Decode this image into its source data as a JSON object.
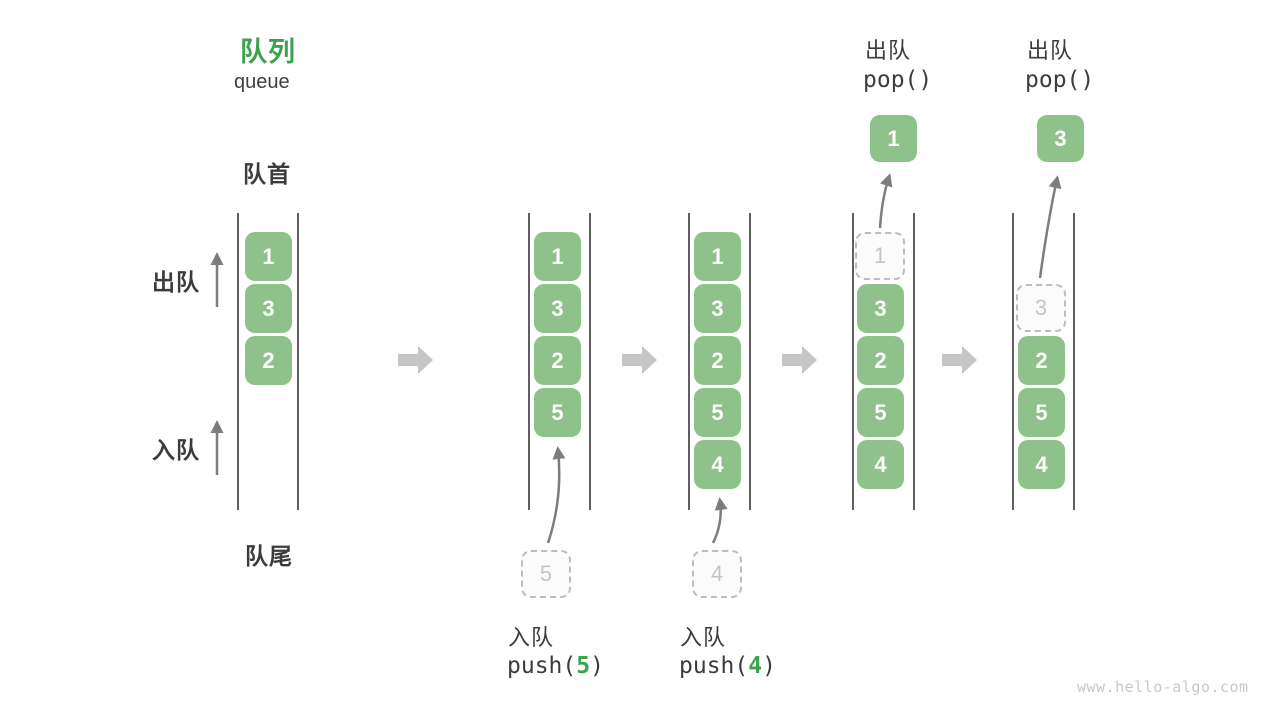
{
  "title": {
    "zh": "队列",
    "en": "queue"
  },
  "labels": {
    "front": "队首",
    "rear": "队尾",
    "dequeue": "出队",
    "enqueue": "入队"
  },
  "push_ops": [
    {
      "label": "入队",
      "fn_open": "push(",
      "arg": "5",
      "fn_close": ")"
    },
    {
      "label": "入队",
      "fn_open": "push(",
      "arg": "4",
      "fn_close": ")"
    }
  ],
  "pop_ops": [
    {
      "label": "出队",
      "fn": "pop()"
    },
    {
      "label": "出队",
      "fn": "pop()"
    }
  ],
  "columns": [
    {
      "boxes": [
        "1",
        "3",
        "2"
      ]
    },
    {
      "boxes": [
        "1",
        "3",
        "2",
        "5"
      ],
      "ghost": "5"
    },
    {
      "boxes": [
        "1",
        "3",
        "2",
        "5",
        "4"
      ],
      "ghost": "4"
    },
    {
      "boxes": [
        "3",
        "2",
        "5",
        "4"
      ],
      "ghost": "1",
      "popped": "1"
    },
    {
      "boxes": [
        "2",
        "5",
        "4"
      ],
      "ghost": "3",
      "popped": "3"
    }
  ],
  "watermark": "www.hello-algo.com",
  "colors": {
    "accent_green": "#3da24e",
    "box_green": "#8fc18a",
    "text_dark": "#3c3c3c",
    "thin_arrow_gray": "#7d7d7d",
    "block_arrow_gray": "#c6c6c6",
    "ghost_gray": "#c5c5c5",
    "channel_line": "#5f5f5f"
  }
}
